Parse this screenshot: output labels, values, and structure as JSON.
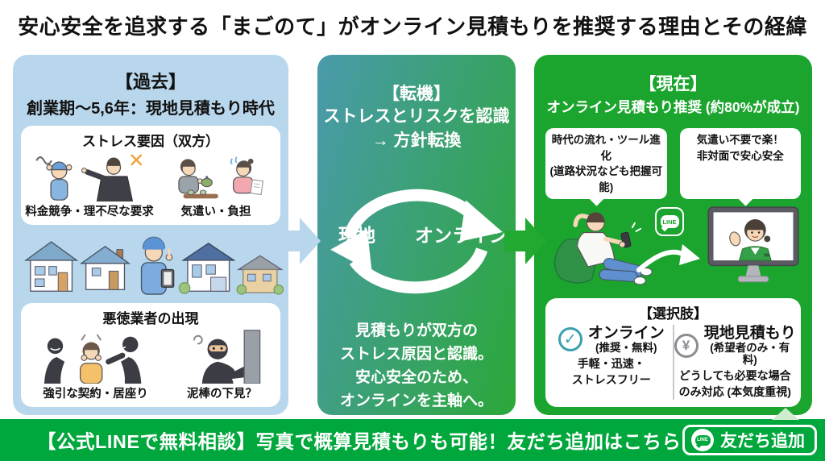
{
  "header": {
    "title": "安心安全を追求する「まごのて」がオンライン見積もりを推奨する理由とその経緯"
  },
  "past": {
    "tag": "【過去】",
    "subtitle": "創業期〜5,6年：現地見積もり時代",
    "stress_box": {
      "title": "ストレス要因（双方）",
      "left_caption": "料金競争・理不尽な要求",
      "right_caption": "気遣い・負担"
    },
    "rogue_box": {
      "title": "悪徳業者の出現",
      "left_caption": "強引な契約・居座り",
      "right_caption": "泥棒の下見？"
    }
  },
  "turning": {
    "tag": "【転機】",
    "line1": "ストレスとリスクを認識",
    "line2": "→ 方針転換",
    "cycle_left": "現地",
    "cycle_right": "オンライン",
    "body": "見積もりが双方の\nストレス原因と認識。\n安心安全のため、\nオンラインを主軸へ。"
  },
  "present": {
    "tag": "【現在】",
    "subtitle": "オンライン見積もり推奨 (約80%が成立)",
    "bubble_left": "時代の流れ・ツール進化\n(道路状況なども把握可能)",
    "bubble_right": "気遣い不要で楽！\n非対面で安心安全",
    "line_badge": "LINE",
    "options": {
      "title": "【選択肢】",
      "check_glyph": "✓",
      "yen_glyph": "¥",
      "online_name": "オンライン",
      "online_sub": "(推奨・無料)",
      "online_desc": "手軽・迅速・\nストレスフリー",
      "onsite_name": "現地見積もり",
      "onsite_sub": "(希望者のみ・有料)",
      "onsite_desc": "どうしても必要な場合\nのみ対応 (本気度重視)"
    }
  },
  "footer": {
    "message": "【公式LINEで無料相談】写真で概算見積もりも可能！友だち追加はこちら",
    "line_badge": "LINE",
    "button_label": "友だち追加"
  },
  "colors": {
    "past_bg": "#b9d7ec",
    "turning_start": "#4a9aab",
    "turning_end": "#2ba838",
    "present_bg": "#1ca52e",
    "footer_bg": "#00a73c",
    "check_accent": "#3a9fae",
    "yen_accent": "#8c8c92"
  }
}
